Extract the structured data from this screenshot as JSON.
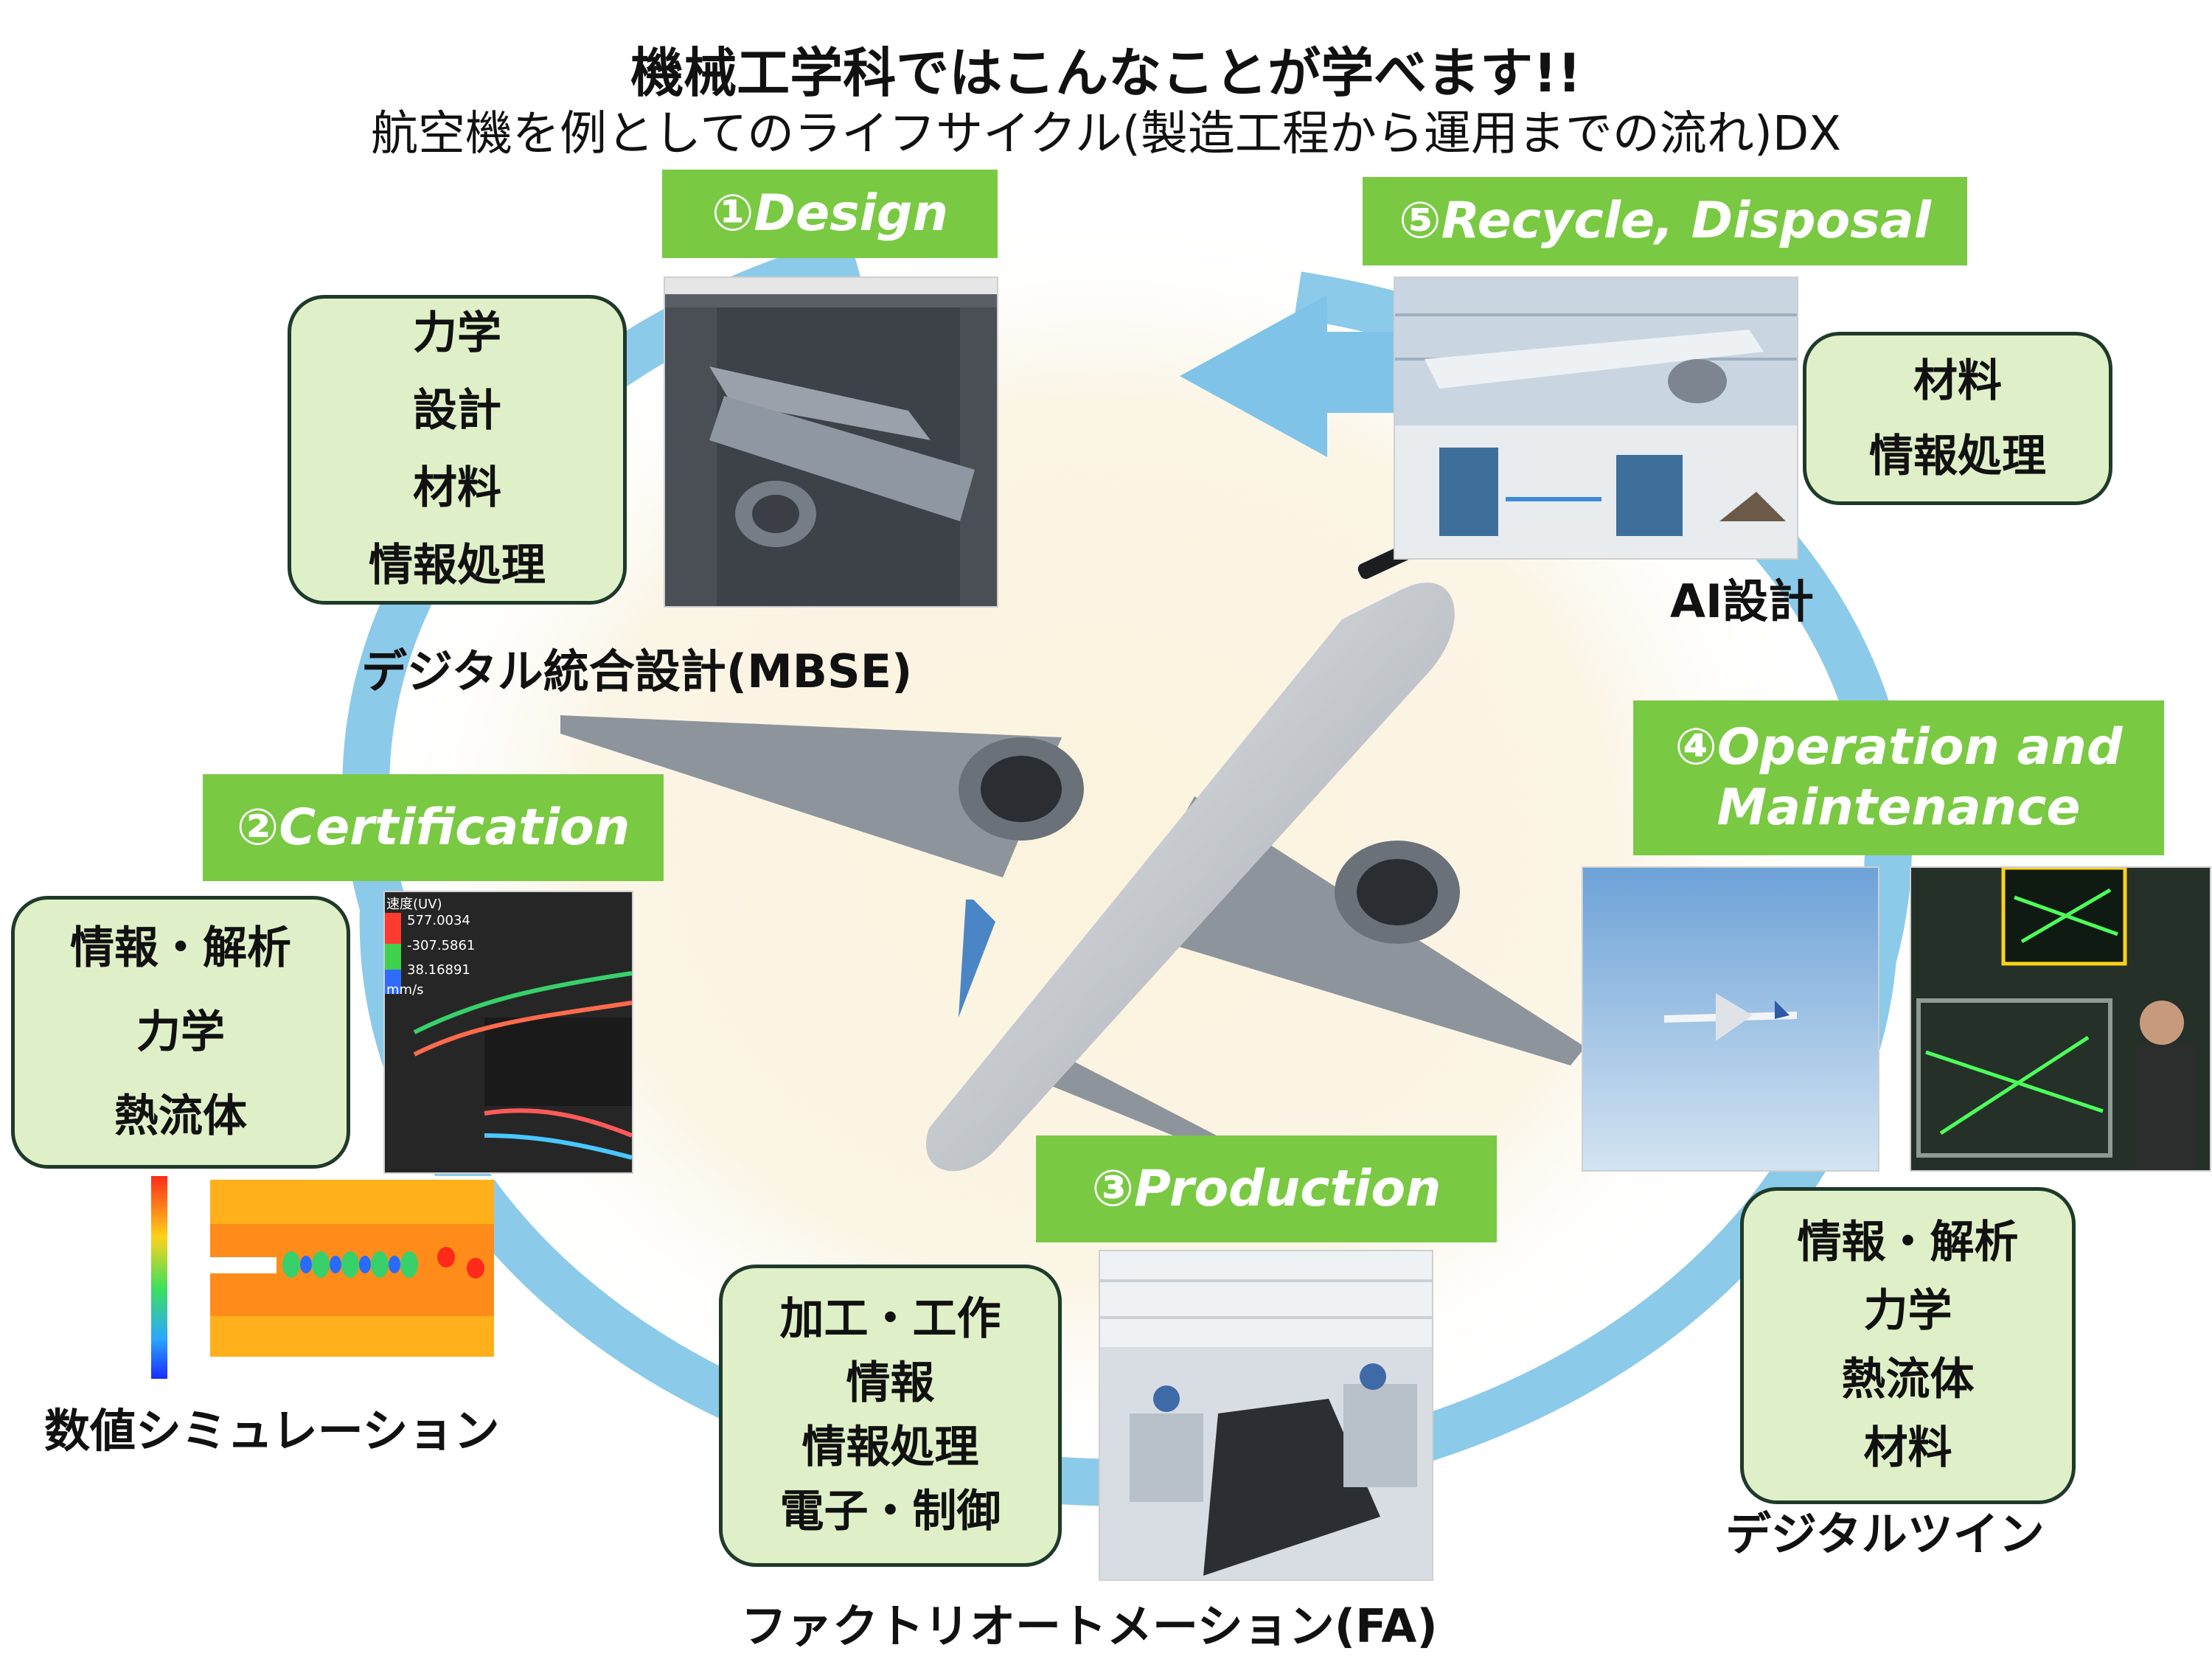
{
  "title": {
    "line1": "機械工学科ではこんなことが学べます!!",
    "line2": "航空機を例としてのライフサイクル(製造工程から運用までの流れ)DX"
  },
  "stages": {
    "design": "①Design",
    "certification": "②Certification",
    "production": "③Production",
    "operation": "④Operation and Maintenance",
    "recycle": "⑤Recycle, Disposal"
  },
  "skills": {
    "design": [
      "力学",
      "設計",
      "材料",
      "情報処理"
    ],
    "certification": [
      "情報・解析",
      "力学",
      "熱流体"
    ],
    "production": [
      "加工・工作",
      "情報",
      "情報処理",
      "電子・制御"
    ],
    "operation": [
      "情報・解析",
      "力学",
      "熱流体",
      "材料"
    ],
    "recycle": [
      "材料",
      "情報処理"
    ]
  },
  "captions": {
    "design": "デジタル統合設計(MBSE)",
    "certification": "数値シミュレーション",
    "production": "ファクトリオートメーション(FA)",
    "operation": "デジタルツイン",
    "recycle": "AI設計"
  },
  "legend": {
    "label": "速度(UV)",
    "max": "577.0034",
    "mid": "-307.5861",
    "min": "38.16891",
    "unit": "mm/s"
  },
  "colors": {
    "stage": "#7ac943",
    "skill_fill": "#dff0c8",
    "skill_border": "#1f3a2a",
    "cycle_arrow": "#7fc4e8"
  }
}
